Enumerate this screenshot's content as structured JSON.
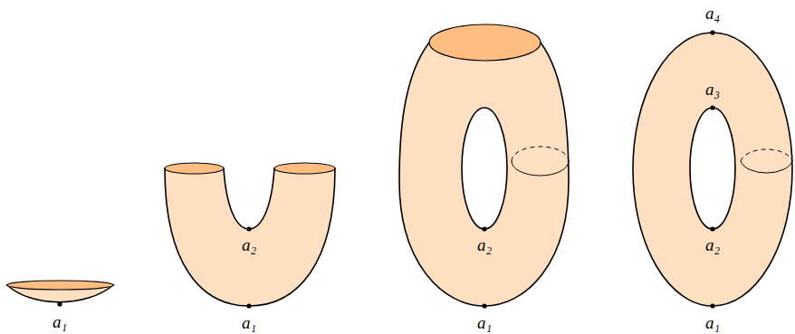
{
  "diagram": {
    "labels": [
      "a₁",
      "a₂",
      "a₁",
      "a₂",
      "a₁",
      "a₄",
      "a₃",
      "a₂",
      "a₁"
    ]
  }
}
